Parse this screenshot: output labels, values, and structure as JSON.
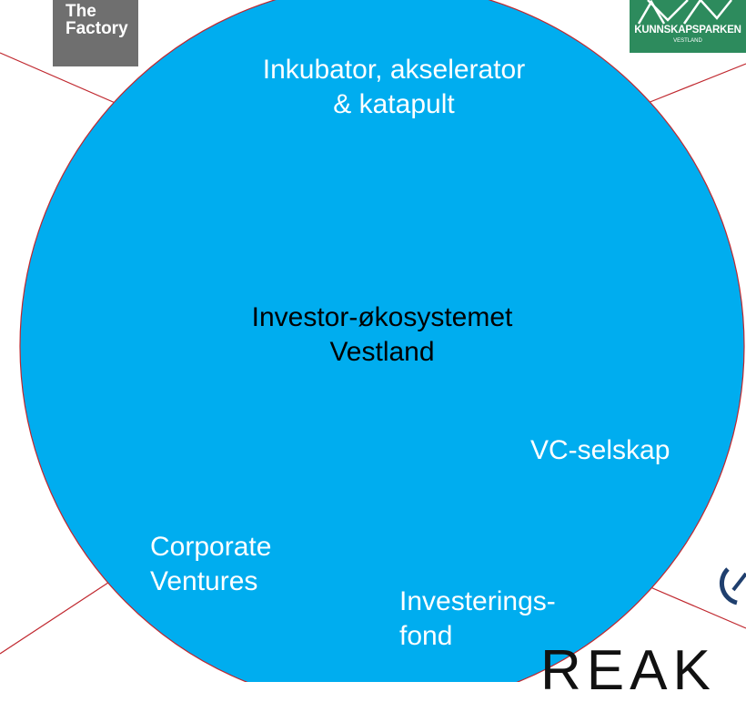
{
  "center": {
    "title": "Investor-økosystemet\nVestland"
  },
  "segments": [
    {
      "label": "Inkubator, akselerator\n& katapult"
    },
    {
      "label": "VC-selskap"
    },
    {
      "label": "Investerings-\nfond"
    },
    {
      "label": "Corporate\nVentures"
    }
  ],
  "logos": {
    "the_factory": "The\nFactory",
    "kunnskapsparken": "KUNNSKAPSPARKEN",
    "kunnskapsparken_sub": "VESTLAND",
    "reak": "REAK"
  },
  "colors": {
    "circle_fill": "#00adef",
    "circle_stroke": "#c0282f",
    "spoke": "#c0282f",
    "factory_bg": "#6f6f6f",
    "kp_bg": "#2d8b5d"
  }
}
